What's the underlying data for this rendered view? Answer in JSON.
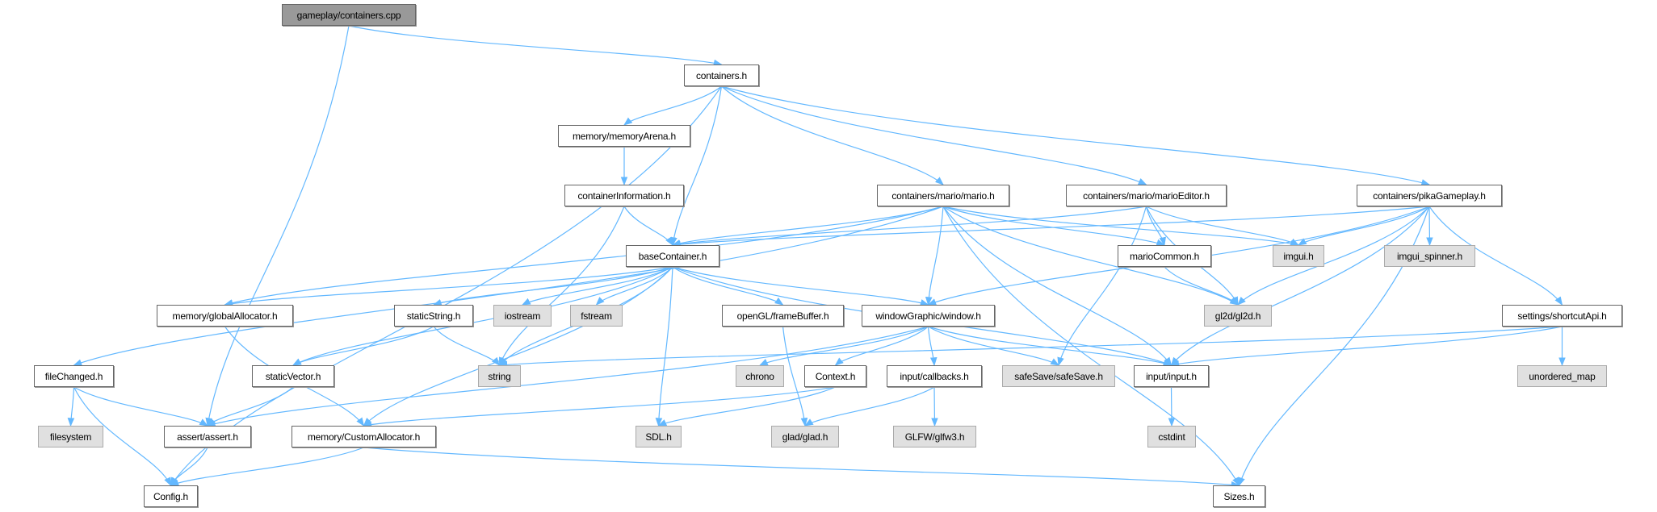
{
  "colors": {
    "edge": "#63b8ff",
    "root_fill": "#999999",
    "external_fill": "#e0e0e0"
  },
  "nodes": {
    "cpp": {
      "label": "gameplay/containers.cpp",
      "kind": "root"
    },
    "containers": {
      "label": "containers.h",
      "kind": "file"
    },
    "memoryArena": {
      "label": "memory/memoryArena.h",
      "kind": "file"
    },
    "containerInformation": {
      "label": "containerInformation.h",
      "kind": "file"
    },
    "mario": {
      "label": "containers/mario/mario.h",
      "kind": "file"
    },
    "marioEditor": {
      "label": "containers/mario/marioEditor.h",
      "kind": "file"
    },
    "pika": {
      "label": "containers/pikaGameplay.h",
      "kind": "file"
    },
    "baseContainer": {
      "label": "baseContainer.h",
      "kind": "file"
    },
    "marioCommon": {
      "label": "marioCommon.h",
      "kind": "file"
    },
    "imgui": {
      "label": "imgui.h",
      "kind": "ext"
    },
    "imguiSpinner": {
      "label": "imgui_spinner.h",
      "kind": "ext"
    },
    "globalAllocator": {
      "label": "memory/globalAllocator.h",
      "kind": "file"
    },
    "staticString": {
      "label": "staticString.h",
      "kind": "file"
    },
    "iostream": {
      "label": "iostream",
      "kind": "ext"
    },
    "fstream": {
      "label": "fstream",
      "kind": "ext"
    },
    "frameBuffer": {
      "label": "openGL/frameBuffer.h",
      "kind": "file"
    },
    "window": {
      "label": "windowGraphic/window.h",
      "kind": "file"
    },
    "gl2d": {
      "label": "gl2d/gl2d.h",
      "kind": "ext"
    },
    "shortcutApi": {
      "label": "settings/shortcutApi.h",
      "kind": "file"
    },
    "fileChanged": {
      "label": "fileChanged.h",
      "kind": "file"
    },
    "staticVector": {
      "label": "staticVector.h",
      "kind": "file"
    },
    "string": {
      "label": "string",
      "kind": "ext"
    },
    "chrono": {
      "label": "chrono",
      "kind": "ext"
    },
    "context": {
      "label": "Context.h",
      "kind": "file"
    },
    "callbacks": {
      "label": "input/callbacks.h",
      "kind": "file"
    },
    "safeSave": {
      "label": "safeSave/safeSave.h",
      "kind": "ext"
    },
    "input": {
      "label": "input/input.h",
      "kind": "file"
    },
    "unorderedMap": {
      "label": "unordered_map",
      "kind": "ext"
    },
    "filesystem": {
      "label": "filesystem",
      "kind": "ext"
    },
    "assert": {
      "label": "assert/assert.h",
      "kind": "file"
    },
    "customAllocator": {
      "label": "memory/CustomAllocator.h",
      "kind": "file"
    },
    "sdl": {
      "label": "SDL.h",
      "kind": "ext"
    },
    "glad": {
      "label": "glad/glad.h",
      "kind": "ext"
    },
    "glfw": {
      "label": "GLFW/glfw3.h",
      "kind": "ext"
    },
    "cstdint": {
      "label": "cstdint",
      "kind": "ext"
    },
    "config": {
      "label": "Config.h",
      "kind": "file"
    },
    "sizes": {
      "label": "Sizes.h",
      "kind": "file"
    }
  },
  "edges": [
    [
      "cpp",
      "containers"
    ],
    [
      "cpp",
      "assert"
    ],
    [
      "containers",
      "config"
    ],
    [
      "containers",
      "memoryArena"
    ],
    [
      "containers",
      "baseContainer"
    ],
    [
      "containers",
      "mario"
    ],
    [
      "containers",
      "marioEditor"
    ],
    [
      "containers",
      "pika"
    ],
    [
      "memoryArena",
      "containerInformation"
    ],
    [
      "containerInformation",
      "baseContainer"
    ],
    [
      "containerInformation",
      "string"
    ],
    [
      "mario",
      "baseContainer"
    ],
    [
      "mario",
      "globalAllocator"
    ],
    [
      "mario",
      "fileChanged"
    ],
    [
      "mario",
      "window"
    ],
    [
      "mario",
      "marioCommon"
    ],
    [
      "mario",
      "imgui"
    ],
    [
      "mario",
      "gl2d"
    ],
    [
      "mario",
      "input"
    ],
    [
      "mario",
      "sizes"
    ],
    [
      "marioEditor",
      "baseContainer"
    ],
    [
      "marioEditor",
      "marioCommon"
    ],
    [
      "marioEditor",
      "imgui"
    ],
    [
      "marioEditor",
      "gl2d"
    ],
    [
      "marioEditor",
      "safeSave"
    ],
    [
      "pika",
      "baseContainer"
    ],
    [
      "pika",
      "imgui"
    ],
    [
      "pika",
      "imguiSpinner"
    ],
    [
      "pika",
      "window"
    ],
    [
      "pika",
      "gl2d"
    ],
    [
      "pika",
      "input"
    ],
    [
      "pika",
      "shortcutApi"
    ],
    [
      "pika",
      "sizes"
    ],
    [
      "baseContainer",
      "globalAllocator"
    ],
    [
      "baseContainer",
      "staticString"
    ],
    [
      "baseContainer",
      "iostream"
    ],
    [
      "baseContainer",
      "fstream"
    ],
    [
      "baseContainer",
      "frameBuffer"
    ],
    [
      "baseContainer",
      "window"
    ],
    [
      "baseContainer",
      "input"
    ],
    [
      "baseContainer",
      "string"
    ],
    [
      "baseContainer",
      "sdl"
    ],
    [
      "baseContainer",
      "customAllocator"
    ],
    [
      "baseContainer",
      "staticVector"
    ],
    [
      "marioCommon",
      "gl2d"
    ],
    [
      "globalAllocator",
      "customAllocator"
    ],
    [
      "staticString",
      "staticVector"
    ],
    [
      "staticString",
      "string"
    ],
    [
      "fileChanged",
      "filesystem"
    ],
    [
      "fileChanged",
      "assert"
    ],
    [
      "fileChanged",
      "config"
    ],
    [
      "staticVector",
      "assert"
    ],
    [
      "frameBuffer",
      "glad"
    ],
    [
      "window",
      "assert"
    ],
    [
      "window",
      "chrono"
    ],
    [
      "window",
      "context"
    ],
    [
      "window",
      "callbacks"
    ],
    [
      "window",
      "safeSave"
    ],
    [
      "window",
      "input"
    ],
    [
      "context",
      "customAllocator"
    ],
    [
      "context",
      "sdl"
    ],
    [
      "callbacks",
      "glad"
    ],
    [
      "callbacks",
      "glfw"
    ],
    [
      "input",
      "cstdint"
    ],
    [
      "shortcutApi",
      "string"
    ],
    [
      "shortcutApi",
      "input"
    ],
    [
      "shortcutApi",
      "unorderedMap"
    ],
    [
      "assert",
      "config"
    ],
    [
      "customAllocator",
      "config"
    ],
    [
      "customAllocator",
      "sizes"
    ]
  ]
}
